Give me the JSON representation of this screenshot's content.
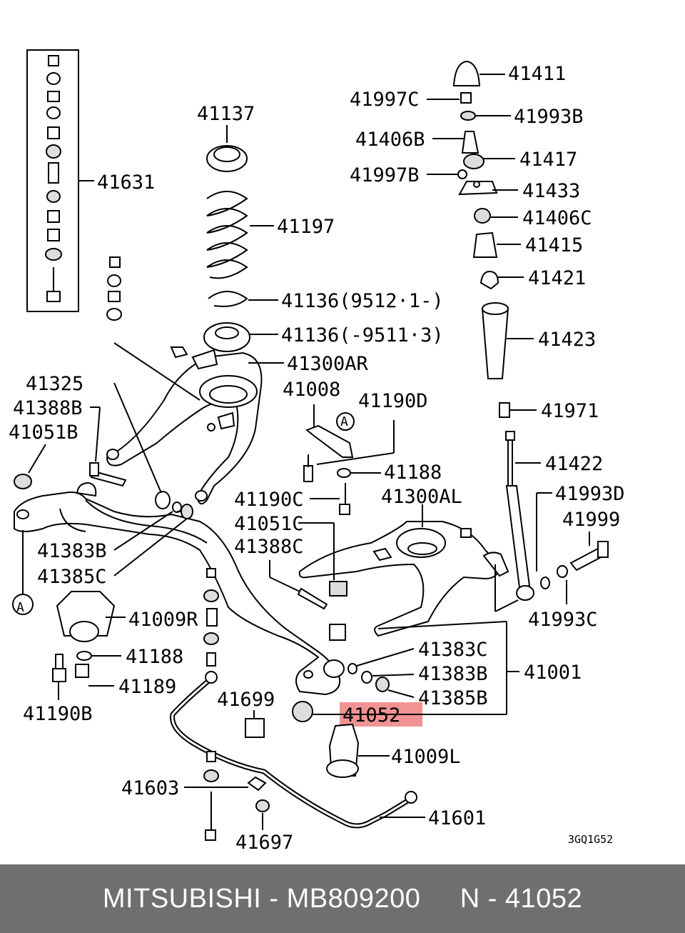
{
  "diagram": {
    "part_labels": {
      "l41411": "41411",
      "l41997c": "41997C",
      "l41993b": "41993B",
      "l41406b": "41406B",
      "l41417": "41417",
      "l41997b": "41997B",
      "l41433": "41433",
      "l41406c": "41406C",
      "l41415": "41415",
      "l41421": "41421",
      "l41423": "41423",
      "l41971": "41971",
      "l41422": "41422",
      "l41993d": "41993D",
      "l41999": "41999",
      "l41993c": "41993C",
      "l41137": "41137",
      "l41197": "41197",
      "l41136a": "41136(9512·1-)",
      "l41136b": "41136(-9511·3)",
      "l41300ar": "41300AR",
      "l41631": "41631",
      "l41325": "41325",
      "l41388b": "41388B",
      "l41051b": "41051B",
      "l41008": "41008",
      "l41190d": "41190D",
      "l41188a": "41188",
      "l41190c": "41190C",
      "l41300al": "41300AL",
      "l41051c": "41051C",
      "l41388c": "41388C",
      "l41383b_left": "41383B",
      "l41385c": "41385C",
      "l41009r": "41009R",
      "l41188b": "41188",
      "l41189": "41189",
      "l41190b": "41190B",
      "l41699": "41699",
      "l41383c": "41383C",
      "l41383b_right": "41383B",
      "l41385b": "41385B",
      "l41001": "41001",
      "l41052": "41052",
      "l41009l": "41009L",
      "l41603": "41603",
      "l41601": "41601",
      "l41697": "41697"
    },
    "view_marker": "A",
    "drawing_code": "3GQ1G52",
    "highlight_color": "#f08080"
  },
  "footer": {
    "text": "MITSUBISHI - MB809200     N - 41052"
  }
}
